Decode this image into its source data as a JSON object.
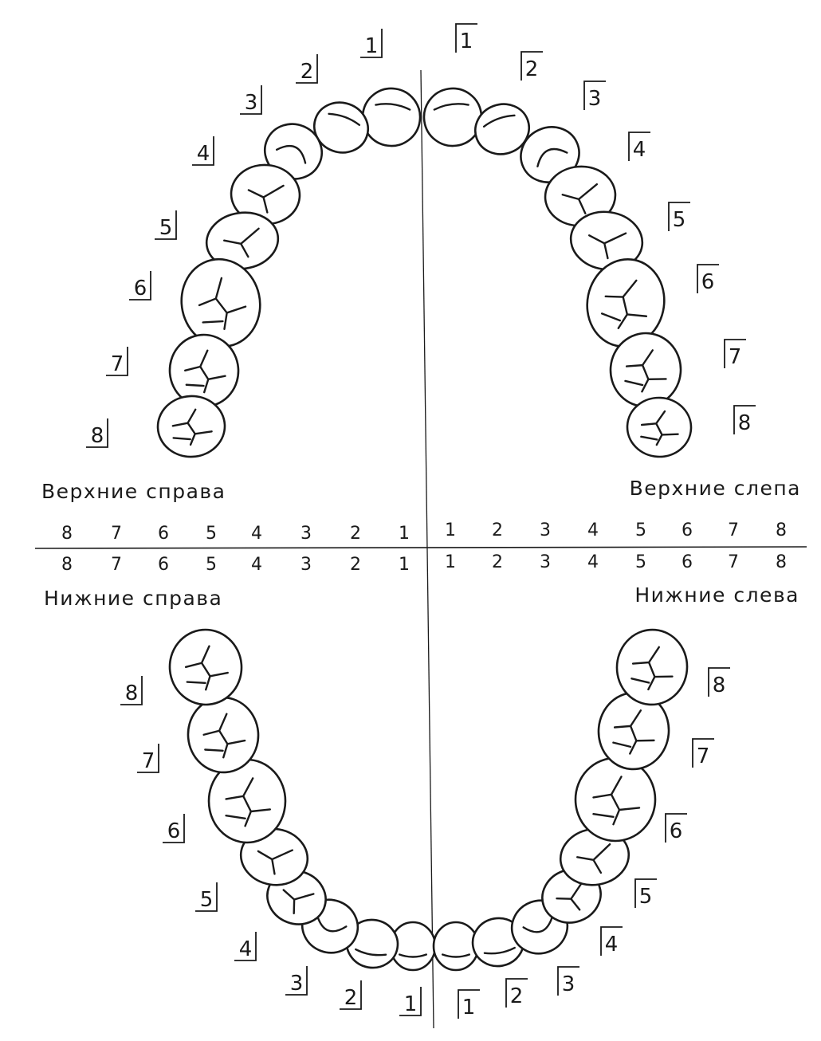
{
  "quadrant_labels": {
    "upper_right": "Верхние справа",
    "upper_left": "Верхние слепа",
    "lower_right": "Нижние справа",
    "lower_left": "Нижние слева"
  },
  "formula": {
    "upper_right": [
      "8",
      "7",
      "6",
      "5",
      "4",
      "3",
      "2",
      "1"
    ],
    "upper_left": [
      "1",
      "2",
      "3",
      "4",
      "5",
      "6",
      "7",
      "8"
    ],
    "lower_right": [
      "8",
      "7",
      "6",
      "5",
      "4",
      "3",
      "2",
      "1"
    ],
    "lower_left": [
      "1",
      "2",
      "3",
      "4",
      "5",
      "6",
      "7",
      "8"
    ]
  },
  "tooth_numbers": [
    "1",
    "2",
    "3",
    "4",
    "5",
    "6",
    "7",
    "8"
  ],
  "colors": {
    "line": "#1a1a1a",
    "background": "#ffffff"
  }
}
